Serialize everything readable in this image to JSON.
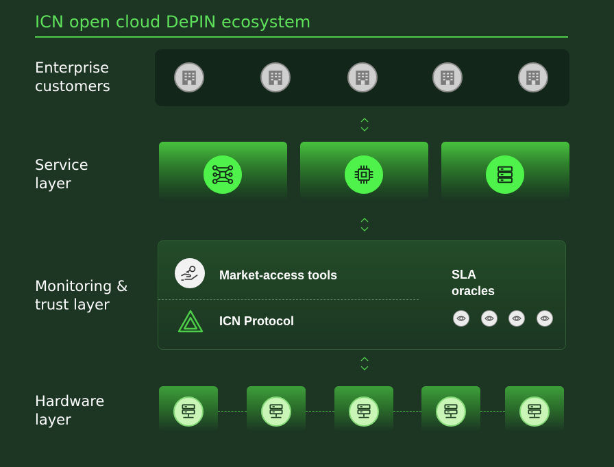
{
  "title": "ICN open cloud DePIN ecosystem",
  "layers": {
    "enterprise": {
      "label_line1": "Enterprise",
      "label_line2": "customers",
      "icons": [
        "building-icon",
        "building-icon",
        "building-icon",
        "building-icon",
        "building-icon"
      ]
    },
    "service": {
      "label_line1": "Service",
      "label_line2": "layer",
      "icons": [
        "network-nodes-icon",
        "chip-icon",
        "server-stack-icon"
      ]
    },
    "monitoring": {
      "label_line1": "Monitoring &",
      "label_line2": "trust layer",
      "market_access": "Market-access tools",
      "protocol": "ICN Protocol",
      "sla_line1": "SLA",
      "sla_line2": "oracles",
      "oracle_icons": [
        "eye-icon",
        "eye-icon",
        "eye-icon",
        "eye-icon"
      ]
    },
    "hardware": {
      "label_line1": "Hardware",
      "label_line2": "layer",
      "icons": [
        "server-icon",
        "server-icon",
        "server-icon",
        "server-icon",
        "server-icon"
      ]
    }
  },
  "colors": {
    "accent": "#4ff24a",
    "title": "#5ee05a",
    "background": "#1c3623"
  }
}
